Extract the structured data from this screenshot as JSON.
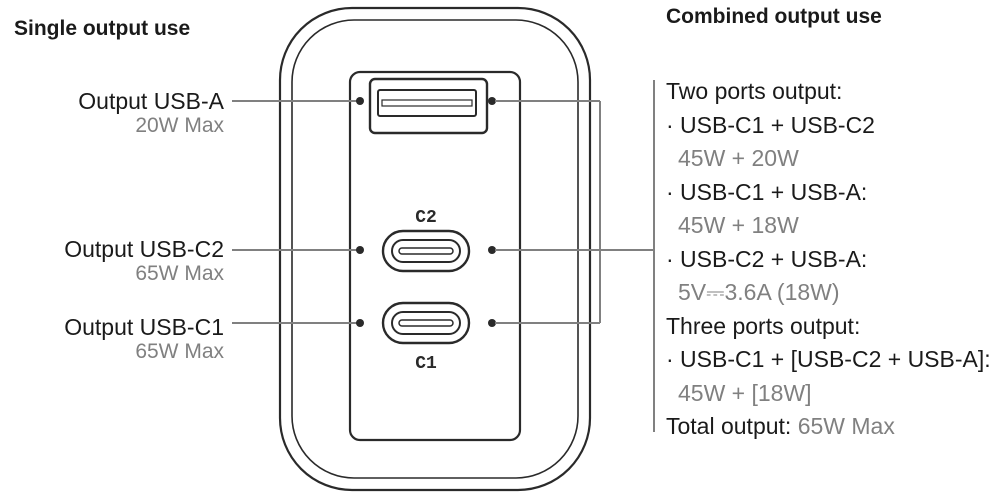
{
  "headings": {
    "single": "Single output use",
    "combined": "Combined output use"
  },
  "single_output": [
    {
      "port": "Output USB-A",
      "max": "20W Max"
    },
    {
      "port": "Output USB-C2",
      "max": "65W Max"
    },
    {
      "port": "Output USB-C1",
      "max": "65W Max"
    }
  ],
  "port_markings": {
    "c2": "C2",
    "c1": "C1"
  },
  "combined_output": {
    "two_ports_title": "Two ports output:",
    "pair1": "· USB-C1 + USB-C2",
    "pair1_value": "45W + 20W",
    "pair2": "· USB-C1 + USB-A:",
    "pair2_value": "45W + 18W",
    "pair3": "· USB-C2 + USB-A:",
    "pair3_value": "5V⎓3.6A (18W)",
    "three_ports_title": "Three ports output:",
    "triple": "· USB-C1 + [USB-C2 + USB-A]:",
    "triple_value": "45W + [18W]",
    "total_label": "Total output:",
    "total_value": "65W Max"
  },
  "colors": {
    "line": "#808080",
    "text": "#1a1a1a",
    "muted": "#808080"
  }
}
